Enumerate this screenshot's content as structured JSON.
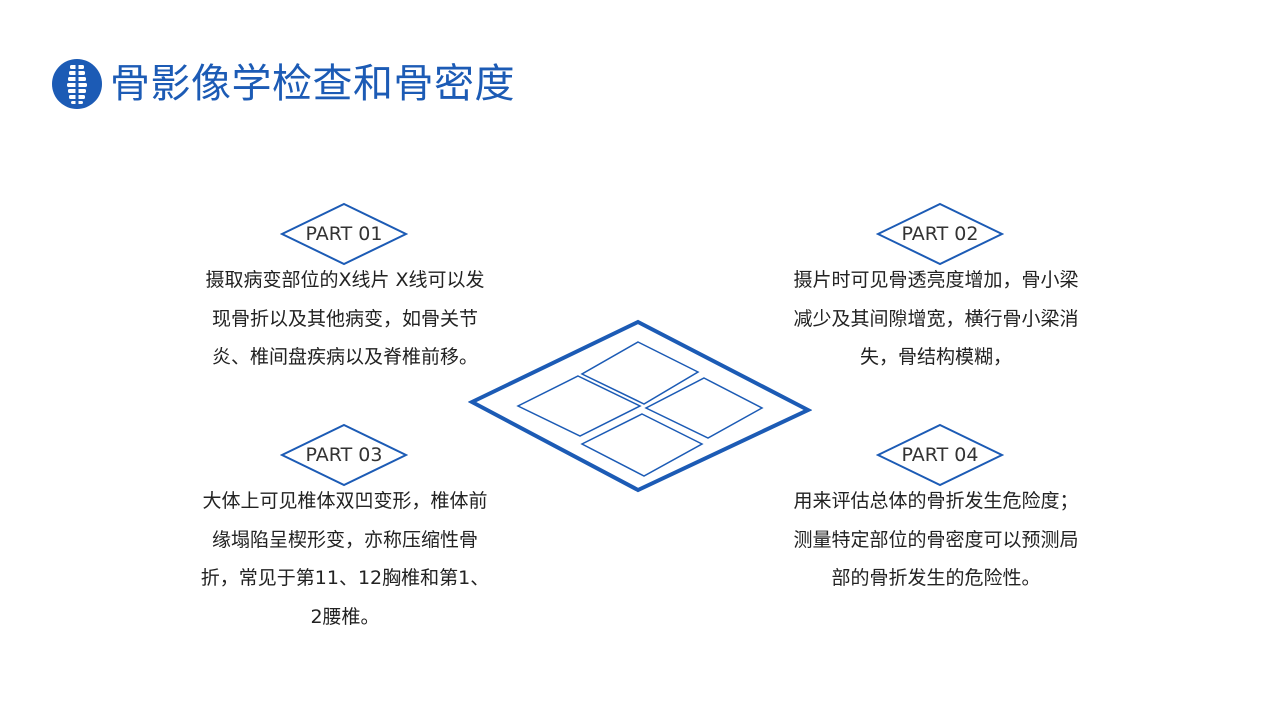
{
  "header": {
    "title": "骨影像学检查和骨密度",
    "logo_icon": "spine-icon",
    "accent_color": "#1c5bb5"
  },
  "parts": [
    {
      "label": "PART 01",
      "text": "摄取病变部位的X线片 X线可以发现骨折以及其他病变，如骨关节炎、椎间盘疾病以及脊椎前移。"
    },
    {
      "label": "PART 02",
      "text": "摄片时可见骨透亮度增加，骨小梁减少及其间隙增宽，横行骨小梁消失，骨结构模糊，"
    },
    {
      "label": "PART 03",
      "text": "大体上可见椎体双凹变形，椎体前缘塌陷呈楔形变，亦称压缩性骨折，常见于第11、12胸椎和第1、2腰椎。"
    },
    {
      "label": "PART 04",
      "text": "用来评估总体的骨折发生危险度；测量特定部位的骨密度可以预测局部的骨折发生的危险性。"
    }
  ],
  "center_icon": "diamond-grid-icon"
}
